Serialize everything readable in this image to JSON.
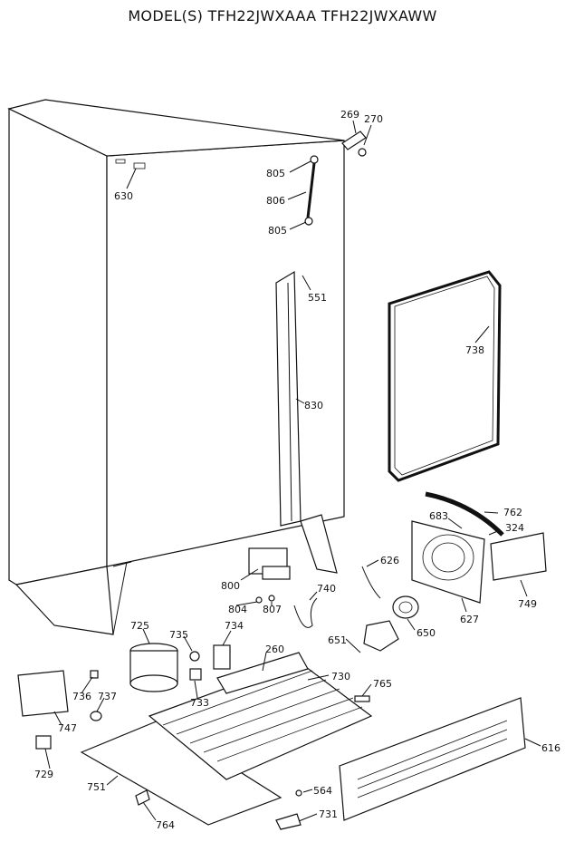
{
  "title": "MODEL(S) TFH22JWXAAA  TFH22JWXAWW",
  "callouts": [
    {
      "part": "269"
    },
    {
      "part": "270"
    },
    {
      "part": "805"
    },
    {
      "part": "630"
    },
    {
      "part": "806"
    },
    {
      "part": "805"
    },
    {
      "part": "551"
    },
    {
      "part": "738"
    },
    {
      "part": "830"
    },
    {
      "part": "762"
    },
    {
      "part": "683"
    },
    {
      "part": "324"
    },
    {
      "part": "626"
    },
    {
      "part": "800"
    },
    {
      "part": "740"
    },
    {
      "part": "749"
    },
    {
      "part": "804"
    },
    {
      "part": "807"
    },
    {
      "part": "627"
    },
    {
      "part": "725"
    },
    {
      "part": "735"
    },
    {
      "part": "734"
    },
    {
      "part": "650"
    },
    {
      "part": "651"
    },
    {
      "part": "260"
    },
    {
      "part": "730"
    },
    {
      "part": "765"
    },
    {
      "part": "736"
    },
    {
      "part": "737"
    },
    {
      "part": "733"
    },
    {
      "part": "747"
    },
    {
      "part": "616"
    },
    {
      "part": "729"
    },
    {
      "part": "751"
    },
    {
      "part": "564"
    },
    {
      "part": "731"
    },
    {
      "part": "764"
    }
  ]
}
